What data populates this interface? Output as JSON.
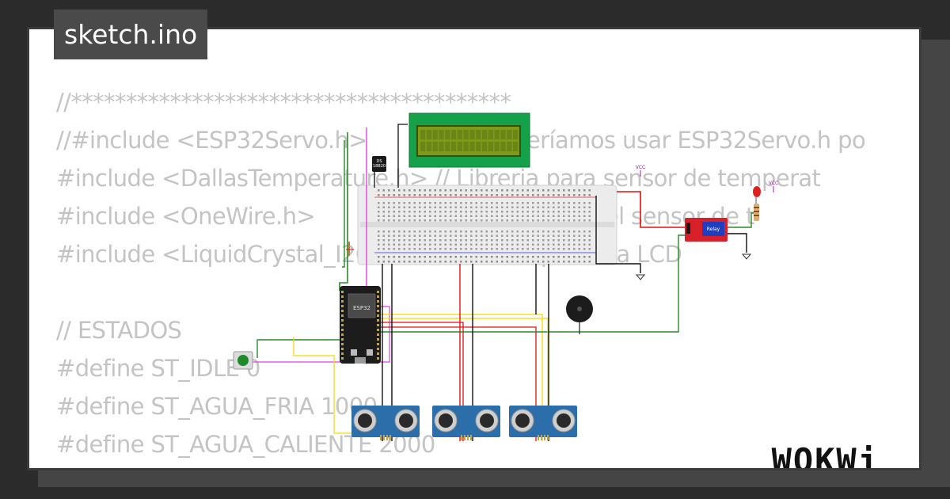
{
  "title": "sketch.ino",
  "code_lines": [
    "//****************************************",
    "//#include <ESP32Servo.h>         // no deberíamos usar ESP32Servo.h po",
    "#include <DallasTemperature.h> // Libreria para sensor de temperat",
    "#include <OneWire.h>         // Libreria para uso del sensor de t",
    "#include <LiquidCrystal_I2C.h> // Bibliteca pantalla LCD",
    "",
    "// ESTADOS",
    "#define ST_IDLE 0",
    "#define ST_AGUA_FRIA 1000",
    "#define ST_AGUA_CALIENTE 2000"
  ],
  "components": {
    "mcu_label": "ESP32",
    "temp_sensor_label": "DS\n18B20",
    "relay_label": "Relay",
    "vcc_label": "VCC"
  },
  "logo": "WOKWi",
  "colors": {
    "lcd_pcb": "#15a04a",
    "lcd_screen": "#7e9a18",
    "relay": "#d8202a",
    "button": "#1f8a2a",
    "wire_green": "#2a8a2a",
    "wire_red": "#e01010",
    "wire_magenta": "#e040e0",
    "wire_yellow": "#f0d800",
    "wire_black": "#111111"
  }
}
